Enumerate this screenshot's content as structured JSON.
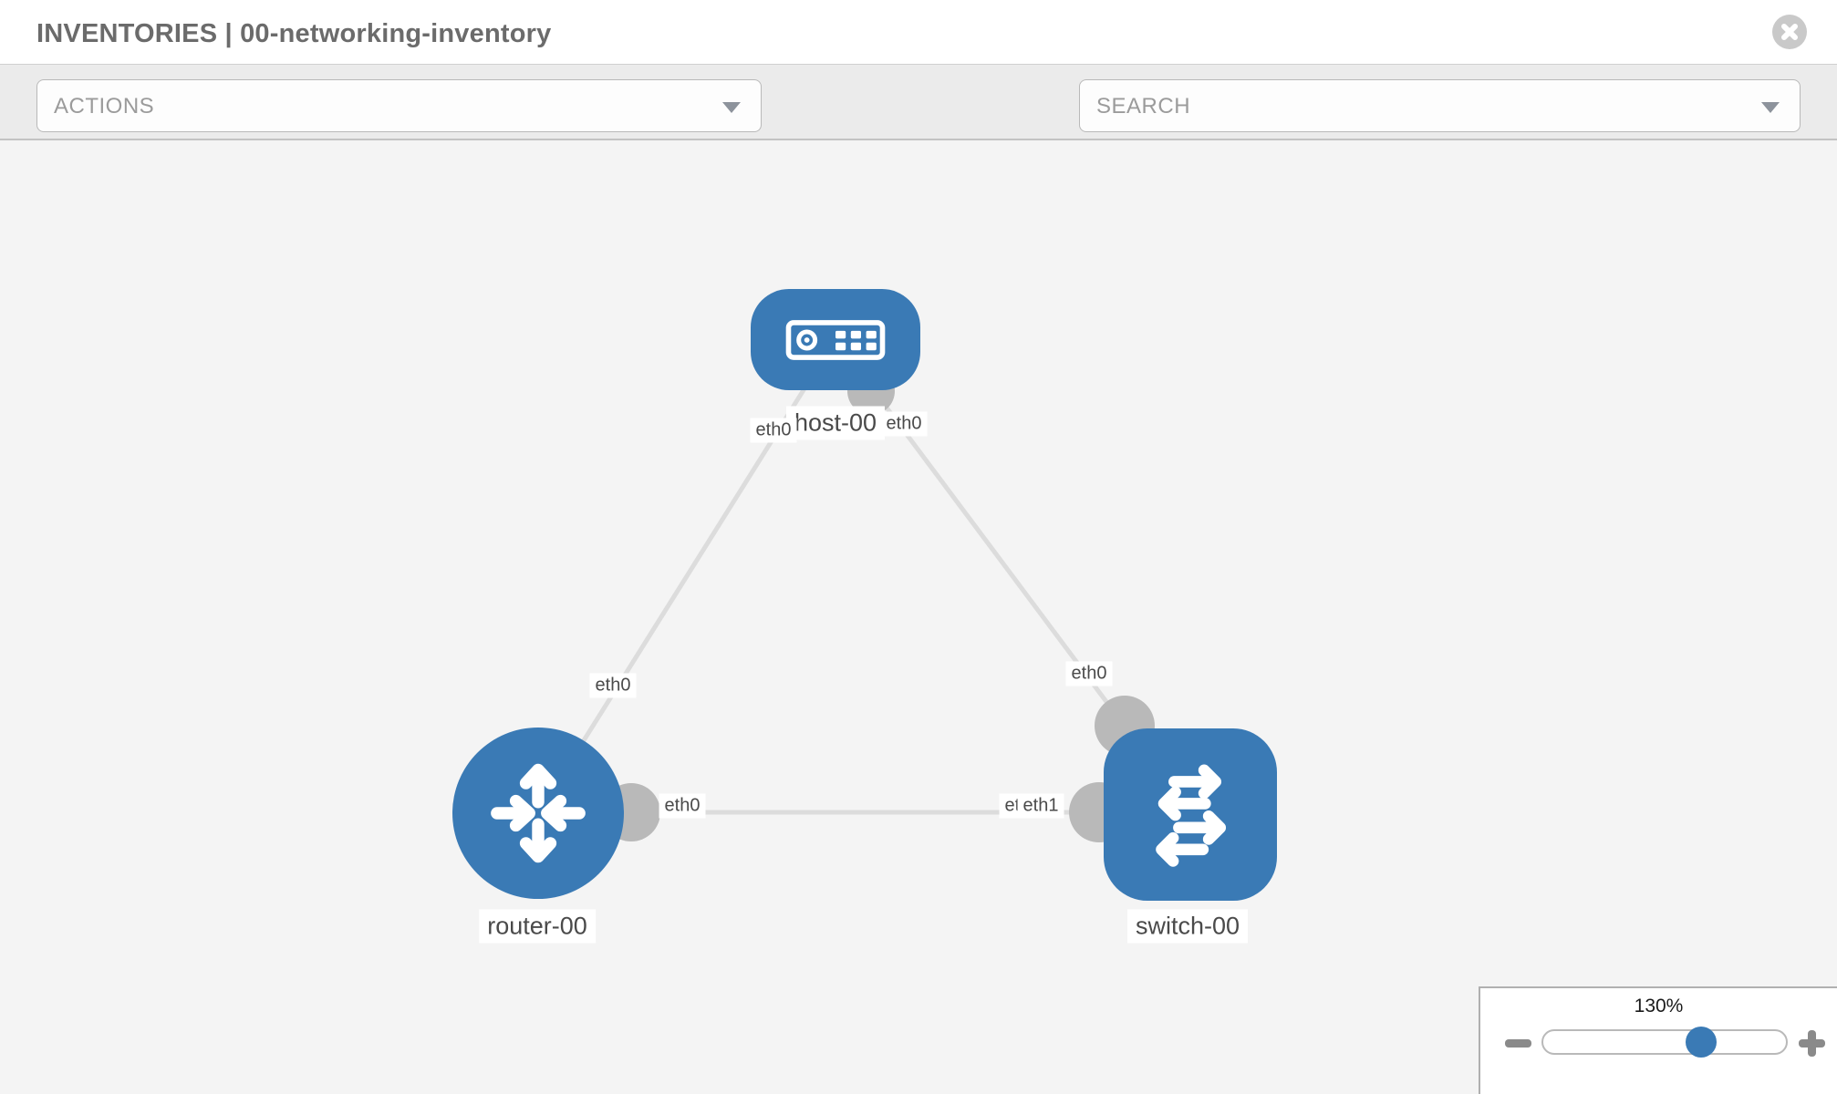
{
  "header": {
    "title": "INVENTORIES | 00-networking-inventory",
    "close_icon": "close-icon"
  },
  "toolbar": {
    "actions": {
      "placeholder": "ACTIONS"
    },
    "icons": [
      {
        "name": "wrench-icon"
      },
      {
        "name": "key-icon"
      }
    ],
    "search": {
      "placeholder": "SEARCH"
    }
  },
  "topology": {
    "nodes": [
      {
        "label": "host-00",
        "type": "host",
        "icon": "host-icon"
      },
      {
        "label": "router-00",
        "type": "router",
        "icon": "router-icon"
      },
      {
        "label": "switch-00",
        "type": "switch",
        "icon": "switch-icon"
      }
    ],
    "links": [
      {
        "source": "router-00",
        "target": "host-00",
        "source_interface": "eth0",
        "target_interface": "eth0"
      },
      {
        "source": "switch-00",
        "target": "host-00",
        "source_interface": "eth0",
        "target_interface": "eth0"
      },
      {
        "source": "router-00",
        "target": "switch-00",
        "source_interface": "eth0",
        "target_interface": "eth1",
        "overlapped_label": "eth0"
      }
    ]
  },
  "zoom_control": {
    "level": "130%",
    "minus_icon": "minus-icon",
    "plus_icon": "plus-icon"
  },
  "colors": {
    "node_blue": "#3a7ab5",
    "link_grey": "#dcdcdc",
    "connector_grey": "#b9b9b9",
    "canvas_bg": "#f4f4f4",
    "toolbar_bg": "#ebebeb",
    "chip_text": "#4a4a4a",
    "title_text": "#6b6b6b",
    "placeholder_text": "#9b9b9b",
    "icon_grey": "#8b929b"
  }
}
